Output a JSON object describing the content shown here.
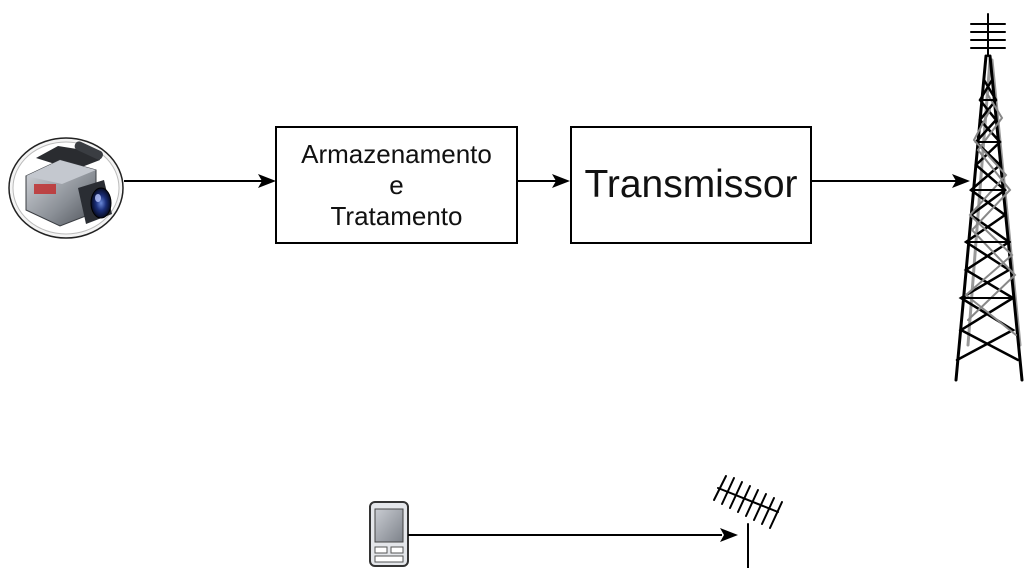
{
  "storage_box": {
    "line1": "Armazenamento",
    "line2": "e",
    "line3": "Tratamento"
  },
  "transmitter_box": {
    "label": "Transmissor"
  },
  "icons": {
    "source": "video-camera-icon",
    "tower": "transmission-tower-icon",
    "receiver_device": "mobile-phone-icon",
    "receiver_antenna": "yagi-antenna-icon"
  },
  "colors": {
    "stroke": "#000000",
    "tower_shadow": "#9a9a9a",
    "camera_body": "#8a8f96"
  }
}
